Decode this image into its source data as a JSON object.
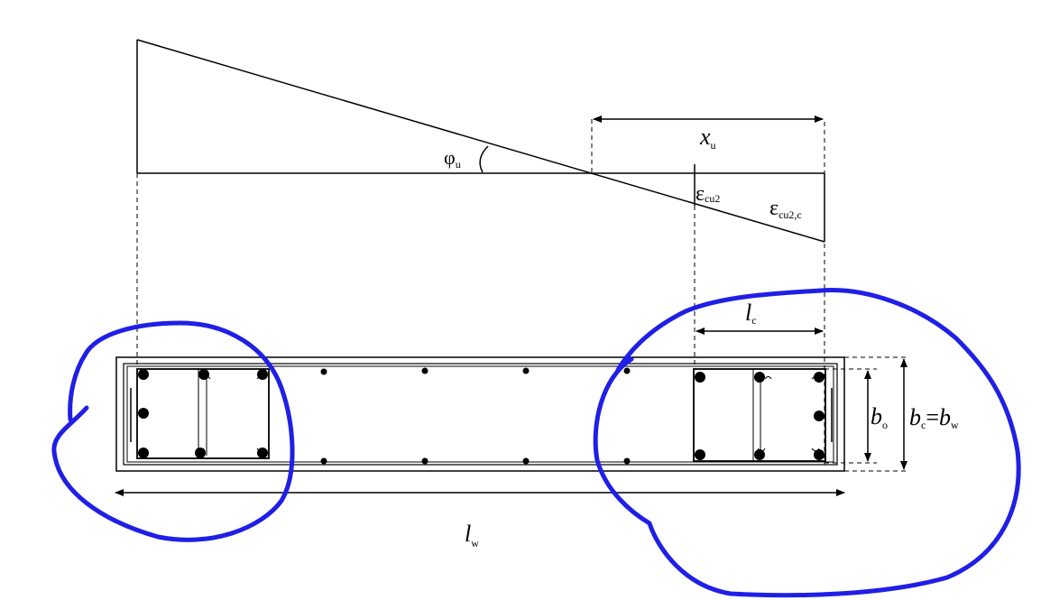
{
  "labels": {
    "phi_u": {
      "symbol": "φ",
      "sub": "u"
    },
    "x_u": {
      "symbol": "x",
      "sub": "u"
    },
    "eps_cu2": {
      "symbol": "ε",
      "sub": "cu2"
    },
    "eps_cu2c": {
      "symbol": "ε",
      "sub": "cu2,c"
    },
    "l_c": {
      "symbol": "l",
      "sub": "c"
    },
    "b_o": {
      "symbol": "b",
      "sub": "o"
    },
    "b_c": {
      "symbol": "b",
      "sub": "c"
    },
    "eq": "=",
    "b_w": {
      "symbol": "b",
      "sub": "w"
    },
    "l_w": {
      "symbol": "l",
      "sub": "w"
    }
  },
  "colors": {
    "line": "#000000",
    "annotation": "#1f1fe6"
  }
}
